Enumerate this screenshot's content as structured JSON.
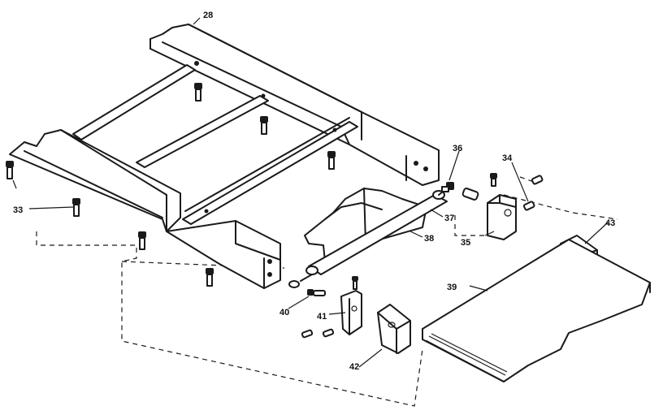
{
  "callouts": {
    "c28": "28",
    "c33": "33",
    "c34": "34",
    "c35": "35",
    "c36": "36",
    "c37": "37",
    "c38": "38",
    "c39": "39",
    "c40": "40",
    "c41": "41",
    "c42": "42",
    "c43": "43"
  },
  "colors": {
    "ink": "#1a1a1a",
    "paper": "#ffffff"
  }
}
